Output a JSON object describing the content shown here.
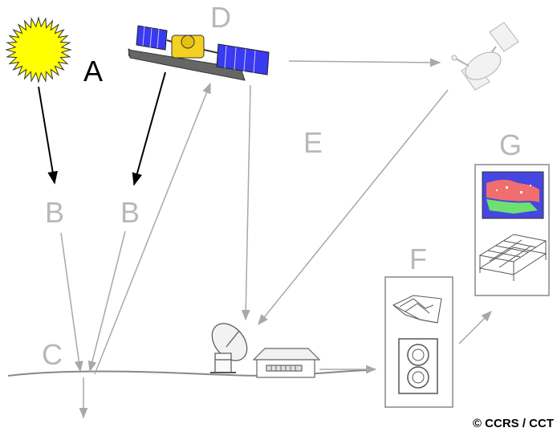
{
  "labels": {
    "a": "A",
    "b1": "B",
    "b2": "B",
    "c": "C",
    "d": "D",
    "e": "E",
    "f": "F",
    "g": "G"
  },
  "credit": "© CCRS / CCT",
  "colors": {
    "label_gray": "#b8b8b8",
    "arrow_gray": "#a8a8a8",
    "arrow_black": "#000000",
    "sun_fill": "#ffff00",
    "solar_panel": "#3a3af0",
    "map_blue": "#4646e0",
    "map_red": "#f06e6e",
    "map_green": "#6ee070",
    "ground": "#888888"
  }
}
